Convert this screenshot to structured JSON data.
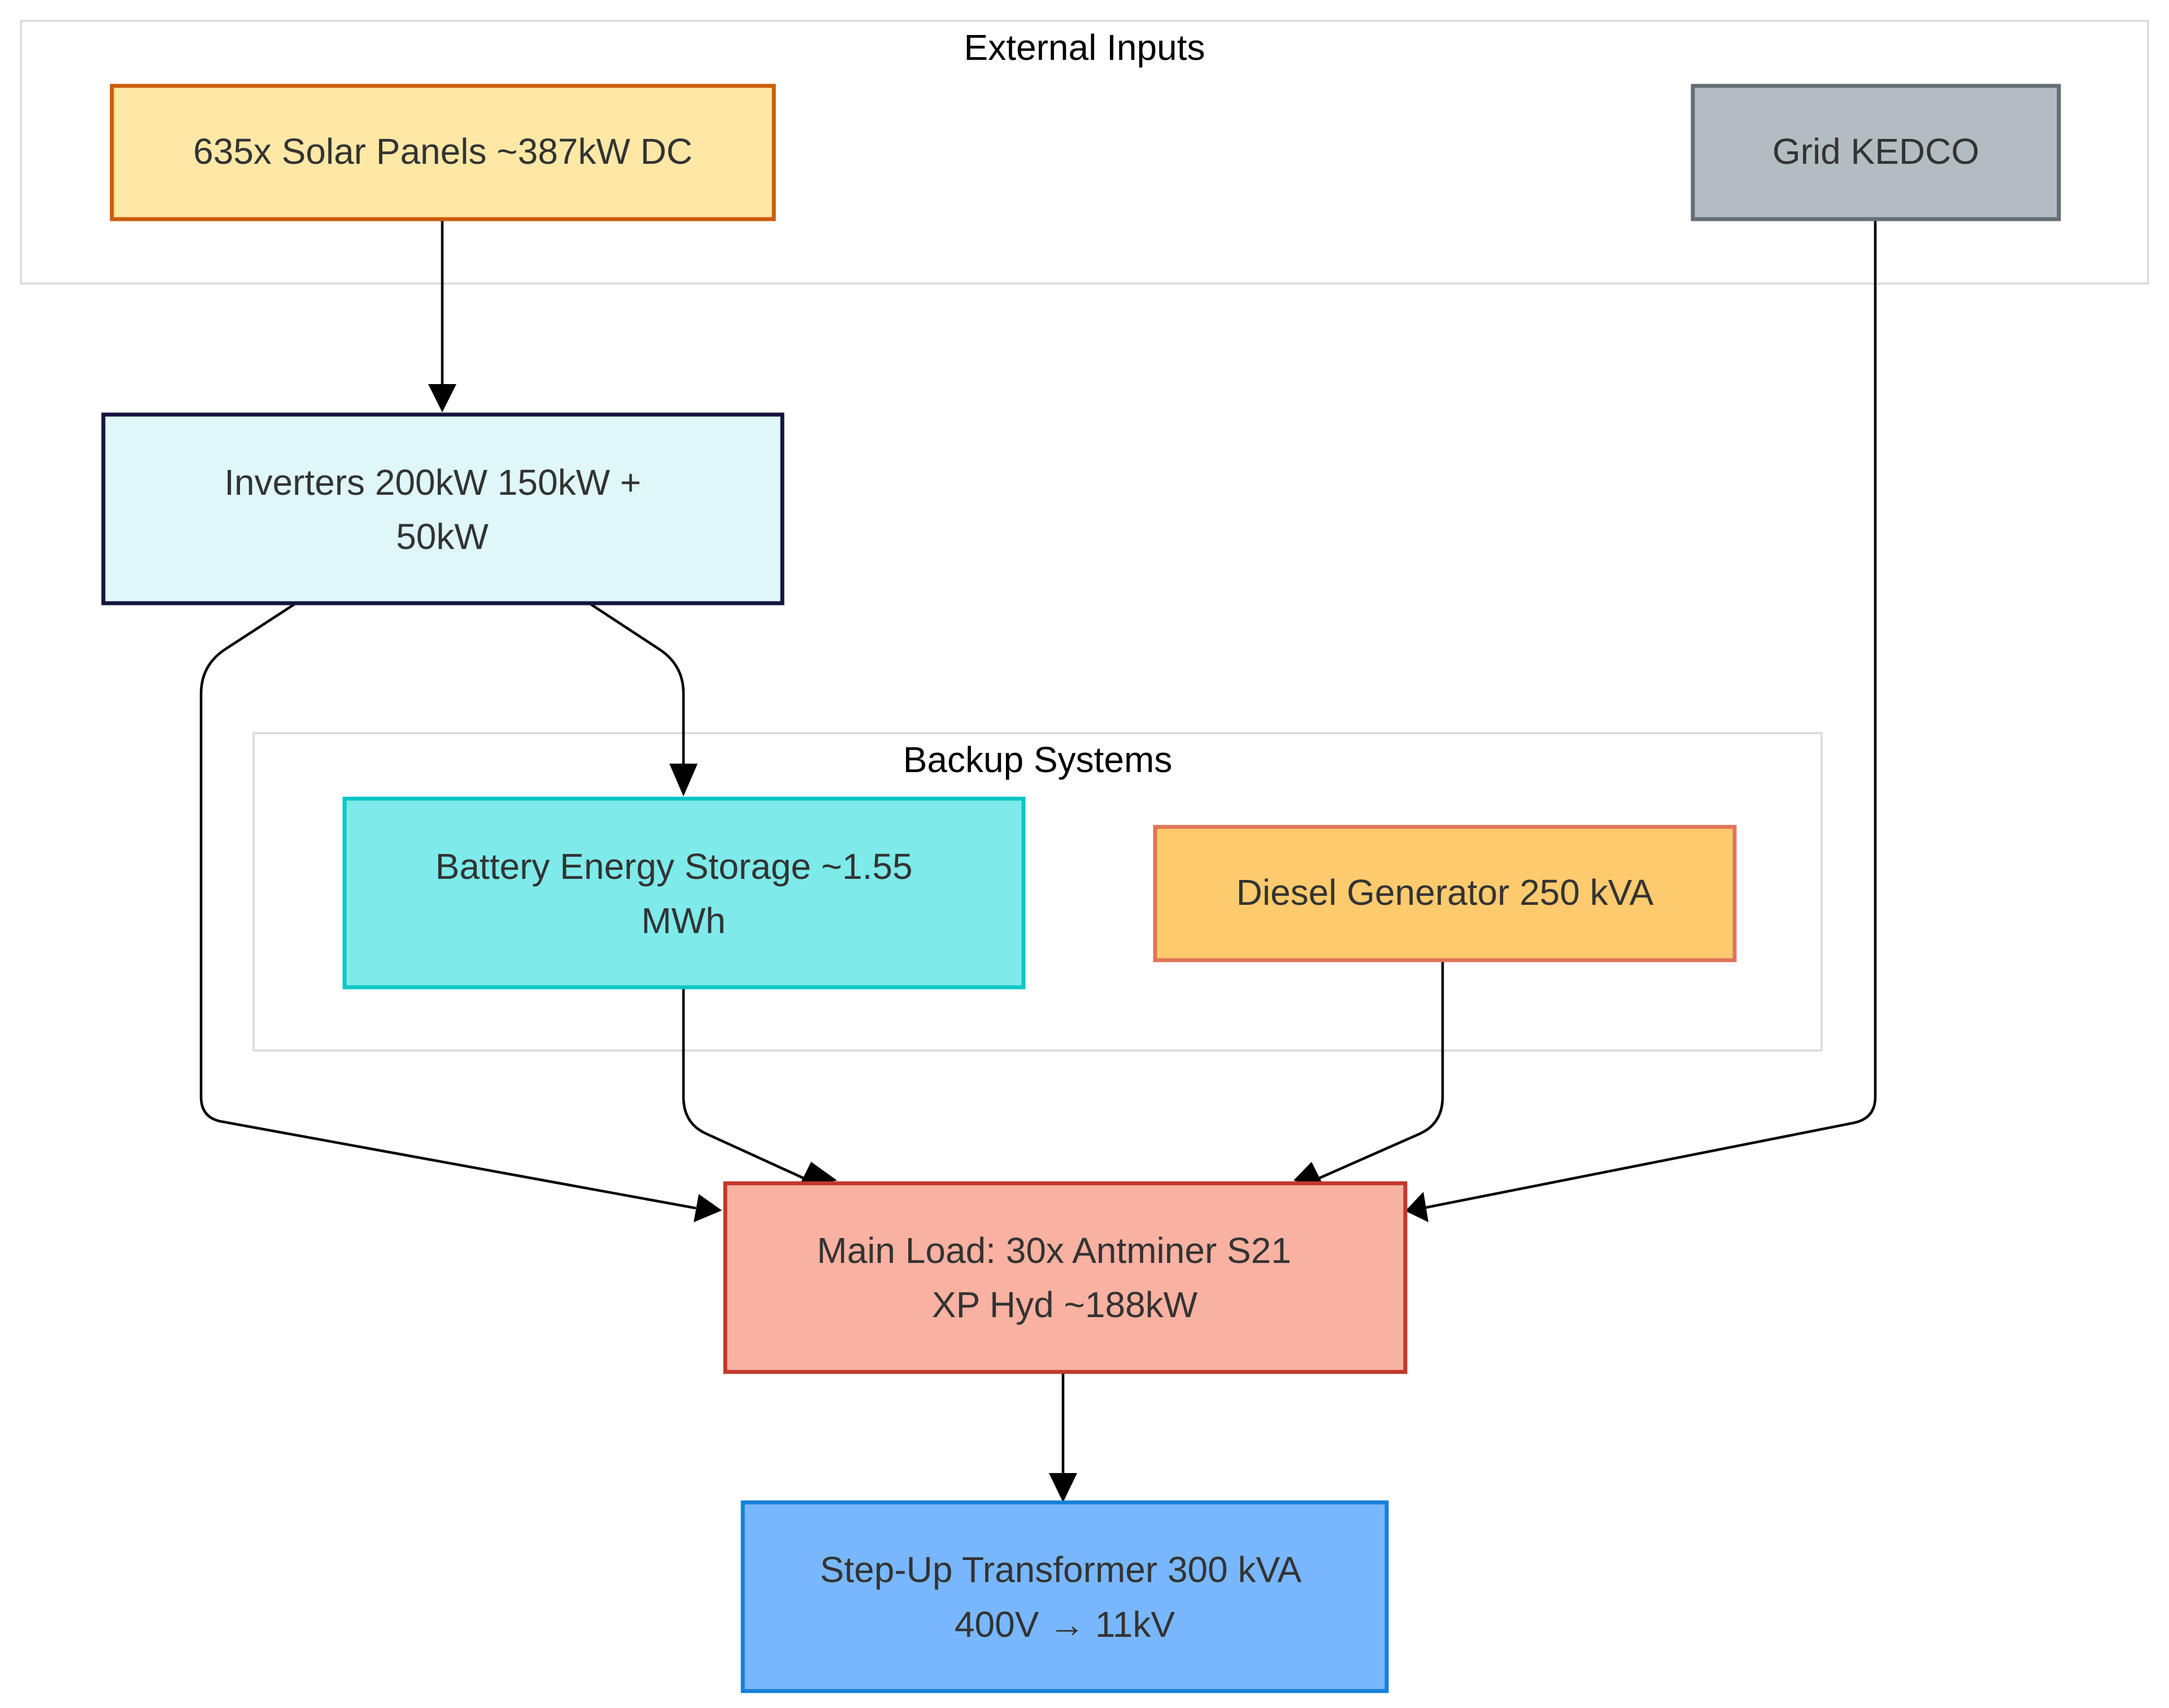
{
  "clusters": {
    "external_inputs": {
      "label": "External Inputs"
    },
    "backup_systems": {
      "label": "Backup Systems"
    }
  },
  "nodes": {
    "solar_panels": {
      "lines": [
        "635x Solar Panels ~387kW DC"
      ],
      "fill": "#ffe8a6",
      "stroke": "#cc5c0a"
    },
    "grid": {
      "lines": [
        "Grid KEDCO"
      ],
      "fill": "#b3bcc1",
      "stroke": "#636e75"
    },
    "inverters": {
      "lines": [
        "Inverters 200kW 150kW +",
        "50kW"
      ],
      "fill": "#dff7f8",
      "stroke": "#14143e"
    },
    "battery": {
      "lines": [
        "Battery Energy Storage ~1.55",
        "MWh"
      ],
      "fill": "#7eeaea",
      "stroke": "#0ec6c6"
    },
    "diesel": {
      "lines": [
        "Diesel Generator 250 kVA"
      ],
      "fill": "#fdca6e",
      "stroke": "#e07558"
    },
    "main_load": {
      "lines": [
        "Main Load: 30x Antminer S21",
        "XP Hyd ~188kW"
      ],
      "fill": "#f9b1a1",
      "stroke": "#c0392b"
    },
    "transformer": {
      "lines": [
        "Step-Up Transformer 300 kVA",
        "400V → 11kV"
      ],
      "fill": "#78b7fe",
      "stroke": "#1680d6"
    }
  },
  "edges": [
    {
      "from": "solar_panels",
      "to": "inverters"
    },
    {
      "from": "inverters",
      "to": "main_load"
    },
    {
      "from": "inverters",
      "to": "battery"
    },
    {
      "from": "battery",
      "to": "main_load"
    },
    {
      "from": "diesel",
      "to": "main_load"
    },
    {
      "from": "grid",
      "to": "main_load"
    },
    {
      "from": "main_load",
      "to": "transformer"
    }
  ]
}
